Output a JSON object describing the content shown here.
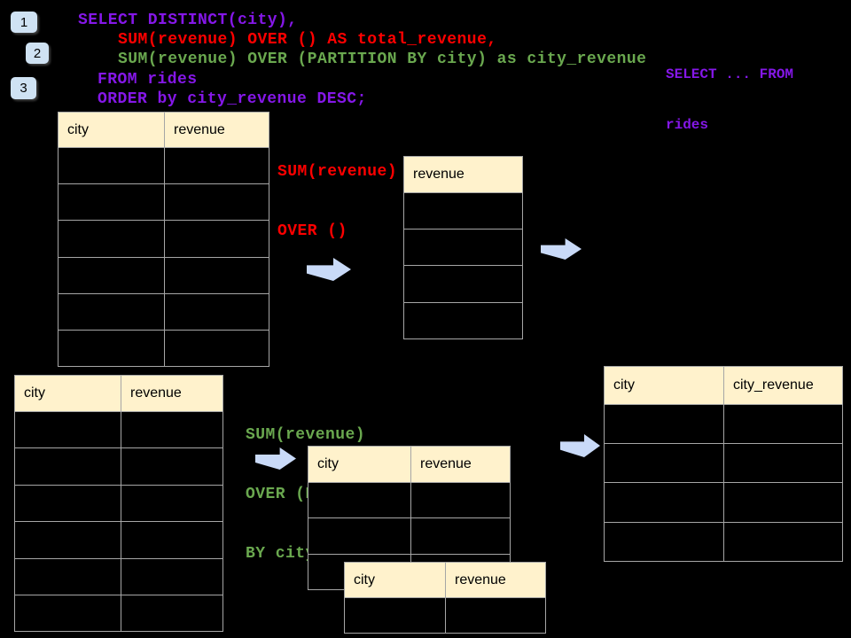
{
  "colors": {
    "background": "#000000",
    "sql_purple": "#8517E8",
    "sql_red": "#FE0000",
    "sql_green": "#6AA84F",
    "table_header_fill": "#FFF2CC",
    "table_border": "#A6A6A6",
    "arrow_fill": "#C9DAF8",
    "badge_fill": "#CFE2F3"
  },
  "badges": [
    {
      "label": "1"
    },
    {
      "label": "2"
    },
    {
      "label": "3"
    }
  ],
  "sql_main": {
    "lines": [
      {
        "text": "SELECT DISTINCT(city),",
        "color": "purple"
      },
      {
        "text": "SUM(revenue) OVER () AS total_revenue,",
        "color": "red"
      },
      {
        "text": "SUM(revenue) OVER (PARTITION BY city) as city_revenue",
        "color": "green"
      },
      {
        "text": "FROM rides",
        "color": "purple"
      },
      {
        "text": "ORDER by city_revenue DESC;",
        "color": "purple"
      }
    ]
  },
  "sql_side_note": {
    "line1": "SELECT ... FROM",
    "line2": "rides"
  },
  "labels": {
    "total": {
      "line1": "SUM(revenue)",
      "line2": "OVER ()"
    },
    "partition": {
      "line1": "SUM(revenue)",
      "line2": "OVER (PARTITION",
      "line3": "BY city)"
    }
  },
  "tables": {
    "source_top": {
      "columns": [
        "city",
        "revenue"
      ],
      "row_count": 6
    },
    "total_result": {
      "columns": [
        "revenue"
      ],
      "row_count": 4
    },
    "source_bottom": {
      "columns": [
        "city",
        "revenue"
      ],
      "row_count": 6
    },
    "partition_step": {
      "columns": [
        "city",
        "revenue"
      ],
      "row_count": 3
    },
    "partition_overlay": {
      "columns": [
        "city",
        "revenue"
      ],
      "row_count": 1
    },
    "city_revenue_result": {
      "columns": [
        "city",
        "city_revenue"
      ],
      "row_count": 4
    }
  }
}
